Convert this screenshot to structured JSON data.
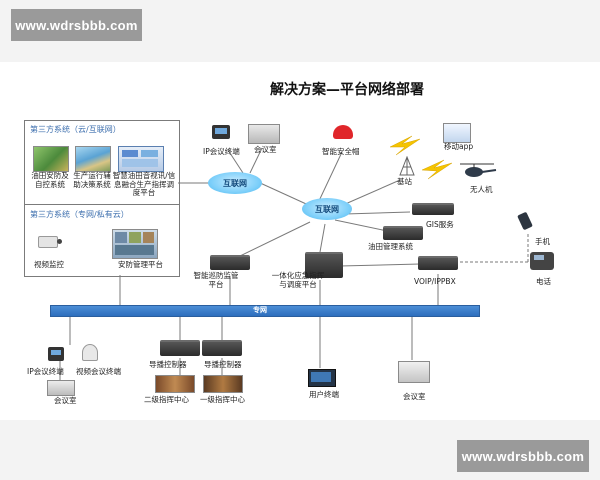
{
  "watermark": {
    "text": "www.wdrsbbb.com"
  },
  "title": "解决方案—平台网络部署",
  "sections": {
    "third_party_cloud": "第三方系统（云/互联网）",
    "third_party_private": "第三方系统（专网/私有云）"
  },
  "clouds": {
    "internet_left": "互联网",
    "internet_center": "互联网"
  },
  "bus": {
    "label": "专网"
  },
  "nodes": {
    "ip_conf_top": "IP会议终端",
    "meeting_room_top": "会议室",
    "smart_helmet": "智能安全帽",
    "mobile_app": "移动app",
    "base_station": "基站",
    "drone": "无人机",
    "gis_service": "GIS服务",
    "oilfield_mgmt": "油田管理系统",
    "phone": "手机",
    "telephone": "电话",
    "voip": "VOIP/IPPBX",
    "smart_patrol": "智能巡防监管平台",
    "integrated_dispatch": "一体化应急指挥与调度平台",
    "oilfield_security": "油田安防及自控系统",
    "production_decision": "生产运行辅助决策系统",
    "smart_av": "智慧油田音视讯/信息融合生产指挥调度平台",
    "video_monitor": "视频监控",
    "security_mgmt": "安防管理平台",
    "ip_conf_bottom": "IP会议终端",
    "video_conf_bottom": "视频会议终端",
    "meeting_room_bottom": "会议室",
    "director_1": "导播控制器",
    "director_2": "导播控制器",
    "secondary_center": "二级指挥中心",
    "primary_center": "一级指挥中心",
    "user_terminal": "用户终端",
    "meeting_room_right": "会议室"
  },
  "colors": {
    "bus": "#2d6ebd",
    "line": "#7a7a7a",
    "lightning": "#f5c400",
    "cloud": "#7fd0fa",
    "section_title": "#3d6fae",
    "helmet": "#e0262a"
  },
  "icons": {
    "helmet": "safety-helmet-icon",
    "tower": "cell-tower-icon",
    "drone": "helicopter-drone-icon",
    "phone": "mobile-phone-icon",
    "desk_phone": "desk-phone-icon",
    "camera": "surveillance-camera-icon",
    "server": "server-rack-icon"
  }
}
